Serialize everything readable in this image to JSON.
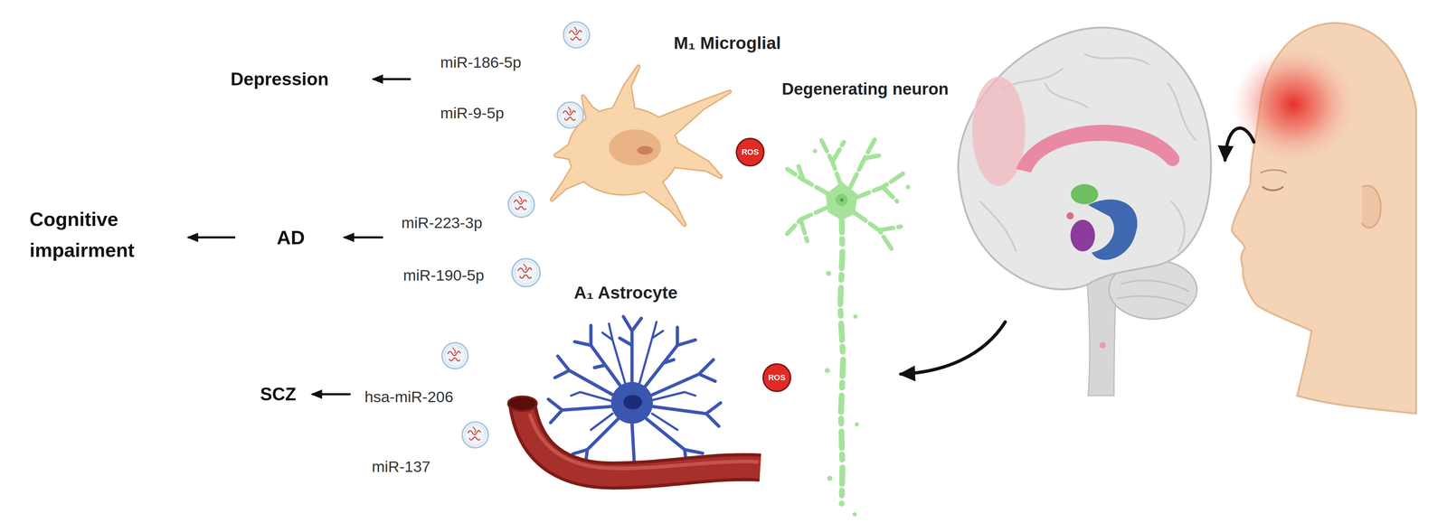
{
  "diagram": {
    "nodes": [
      {
        "text": [
          "ROS"
        ]
      },
      {
        "text": [
          "ROS"
        ]
      }
    ],
    "labels": [
      "Depression",
      "miR-186-5p",
      "M₁ Microglial",
      "miR-9-5p",
      "Degenerating neuron",
      "Cognitive impairment",
      "AD",
      "miR-223-3p",
      "miR-190-5p",
      "A₁ Astrocyte",
      "SCZ",
      "hsa-miR-206",
      "miR-137"
    ]
  }
}
